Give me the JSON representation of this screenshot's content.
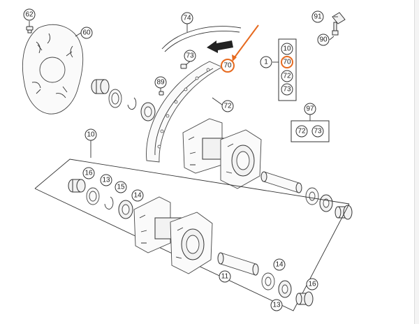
{
  "diagram": {
    "highlight_color": "#e66a1f",
    "callouts": {
      "c62": "62",
      "c60": "60",
      "c74": "74",
      "c91": "91",
      "c90": "90",
      "c73a": "73",
      "c70a": "70",
      "c89": "89",
      "c72a": "72",
      "c1": "1",
      "c10a": "10",
      "c70b": "70",
      "c72b": "72",
      "c73b": "73",
      "c97": "97",
      "c72c": "72",
      "c73c": "73",
      "c10b": "10",
      "c16a": "16",
      "c13a": "13",
      "c15": "15",
      "c14a": "14",
      "c11": "11",
      "c14b": "14",
      "c16b": "16",
      "c13b": "13"
    }
  }
}
